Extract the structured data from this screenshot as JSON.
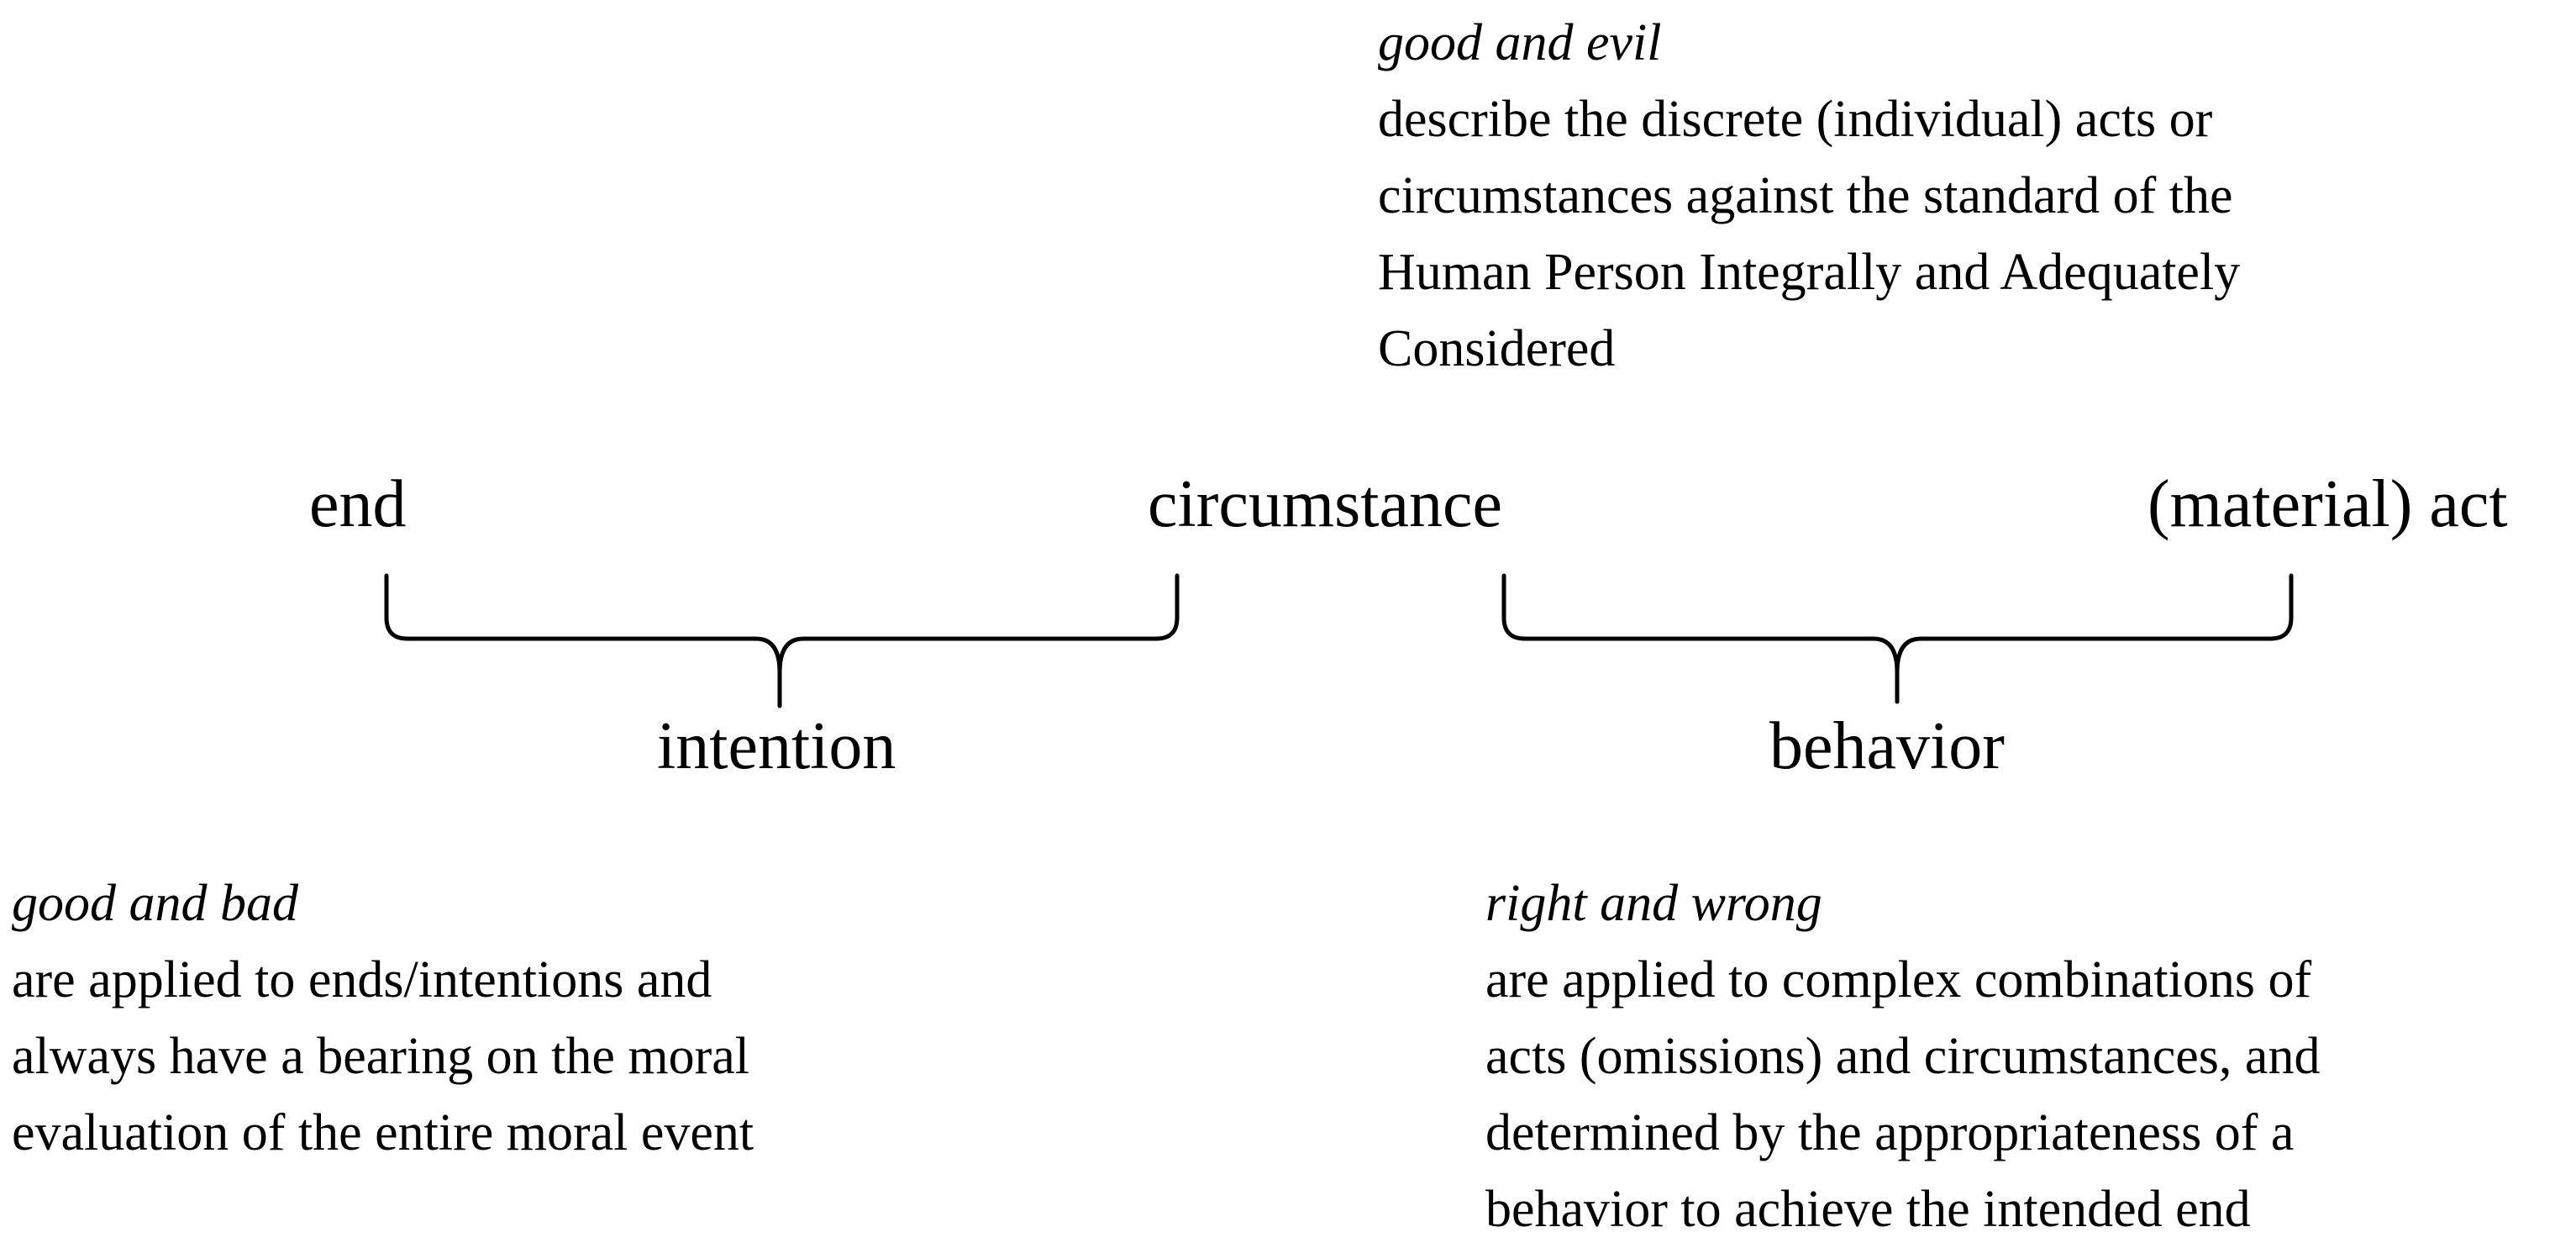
{
  "top_note": {
    "heading": "good and evil",
    "lines": [
      "describe the discrete (individual) acts or",
      "circumstances against the standard of the",
      "Human Person Integrally and Adequately",
      "Considered"
    ]
  },
  "nodes": {
    "end": "end",
    "circumstance": "circumstance",
    "material_act": "(material) act",
    "intention": "intention",
    "behavior": "behavior"
  },
  "left_note": {
    "heading": "good and bad",
    "lines": [
      "are applied to ends/intentions and",
      "always have a bearing on the moral",
      "evaluation of the entire moral event"
    ]
  },
  "right_note": {
    "heading": "right and wrong",
    "lines": [
      "are applied to complex combinations of",
      "acts (omissions) and circumstances, and",
      "determined by the appropriateness of a",
      "behavior to achieve the intended end"
    ]
  }
}
